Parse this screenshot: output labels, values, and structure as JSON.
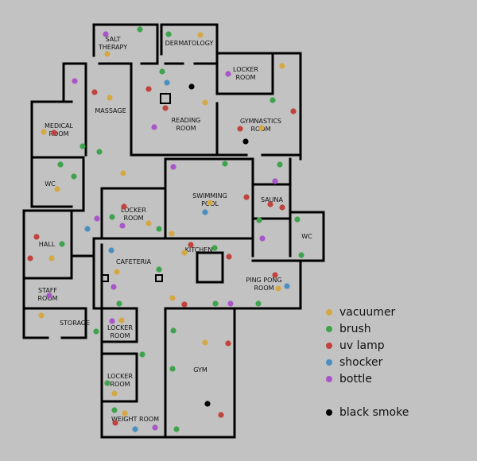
{
  "rooms": [
    {
      "id": "salt-therapy",
      "lines": [
        "SALT",
        "THERAPY"
      ]
    },
    {
      "id": "dermatology",
      "lines": [
        "DERMATOLOGY"
      ]
    },
    {
      "id": "locker-room-top",
      "lines": [
        "LOCKER",
        "ROOM"
      ]
    },
    {
      "id": "massage",
      "lines": [
        "MASSAGE"
      ]
    },
    {
      "id": "reading-room",
      "lines": [
        "READING",
        "ROOM"
      ]
    },
    {
      "id": "gymnastics-room",
      "lines": [
        "GYMNASTICS",
        "ROOM"
      ]
    },
    {
      "id": "medical-room",
      "lines": [
        "MEDICAL",
        "ROOM"
      ]
    },
    {
      "id": "wc-left",
      "lines": [
        "WC"
      ]
    },
    {
      "id": "swimming-pool",
      "lines": [
        "SWIMMING",
        "POOL"
      ]
    },
    {
      "id": "sauna",
      "lines": [
        "SAUNA"
      ]
    },
    {
      "id": "locker-room-mid",
      "lines": [
        "LOCKER",
        "ROOM"
      ]
    },
    {
      "id": "wc-right",
      "lines": [
        "WC"
      ]
    },
    {
      "id": "hall",
      "lines": [
        "HALL"
      ]
    },
    {
      "id": "kitchen",
      "lines": [
        "KITCHEN"
      ]
    },
    {
      "id": "cafeteria",
      "lines": [
        "CAFETERIA"
      ]
    },
    {
      "id": "ping-pong-room",
      "lines": [
        "PING PONG",
        "ROOM"
      ]
    },
    {
      "id": "staff-room",
      "lines": [
        "STAFF",
        "ROOM"
      ]
    },
    {
      "id": "storage",
      "lines": [
        "STORAGE"
      ]
    },
    {
      "id": "locker-room-low1",
      "lines": [
        "LOCKER",
        "ROOM"
      ]
    },
    {
      "id": "gym",
      "lines": [
        "GYM"
      ]
    },
    {
      "id": "locker-room-low2",
      "lines": [
        "LOCKER",
        "ROOM"
      ]
    },
    {
      "id": "weight-room",
      "lines": [
        "WEIGHT ROOM"
      ]
    }
  ],
  "legend": [
    {
      "key": "vacuumer",
      "label": "vacuumer",
      "color": "#d4a843"
    },
    {
      "key": "brush",
      "label": "brush",
      "color": "#3fa34d"
    },
    {
      "key": "uv_lamp",
      "label": "uv lamp",
      "color": "#c0433d"
    },
    {
      "key": "shocker",
      "label": "shocker",
      "color": "#4a8fc0"
    },
    {
      "key": "bottle",
      "label": "bottle",
      "color": "#a955c8"
    },
    {
      "key": "black_smoke",
      "label": "black smoke",
      "color": "#000000"
    }
  ]
}
